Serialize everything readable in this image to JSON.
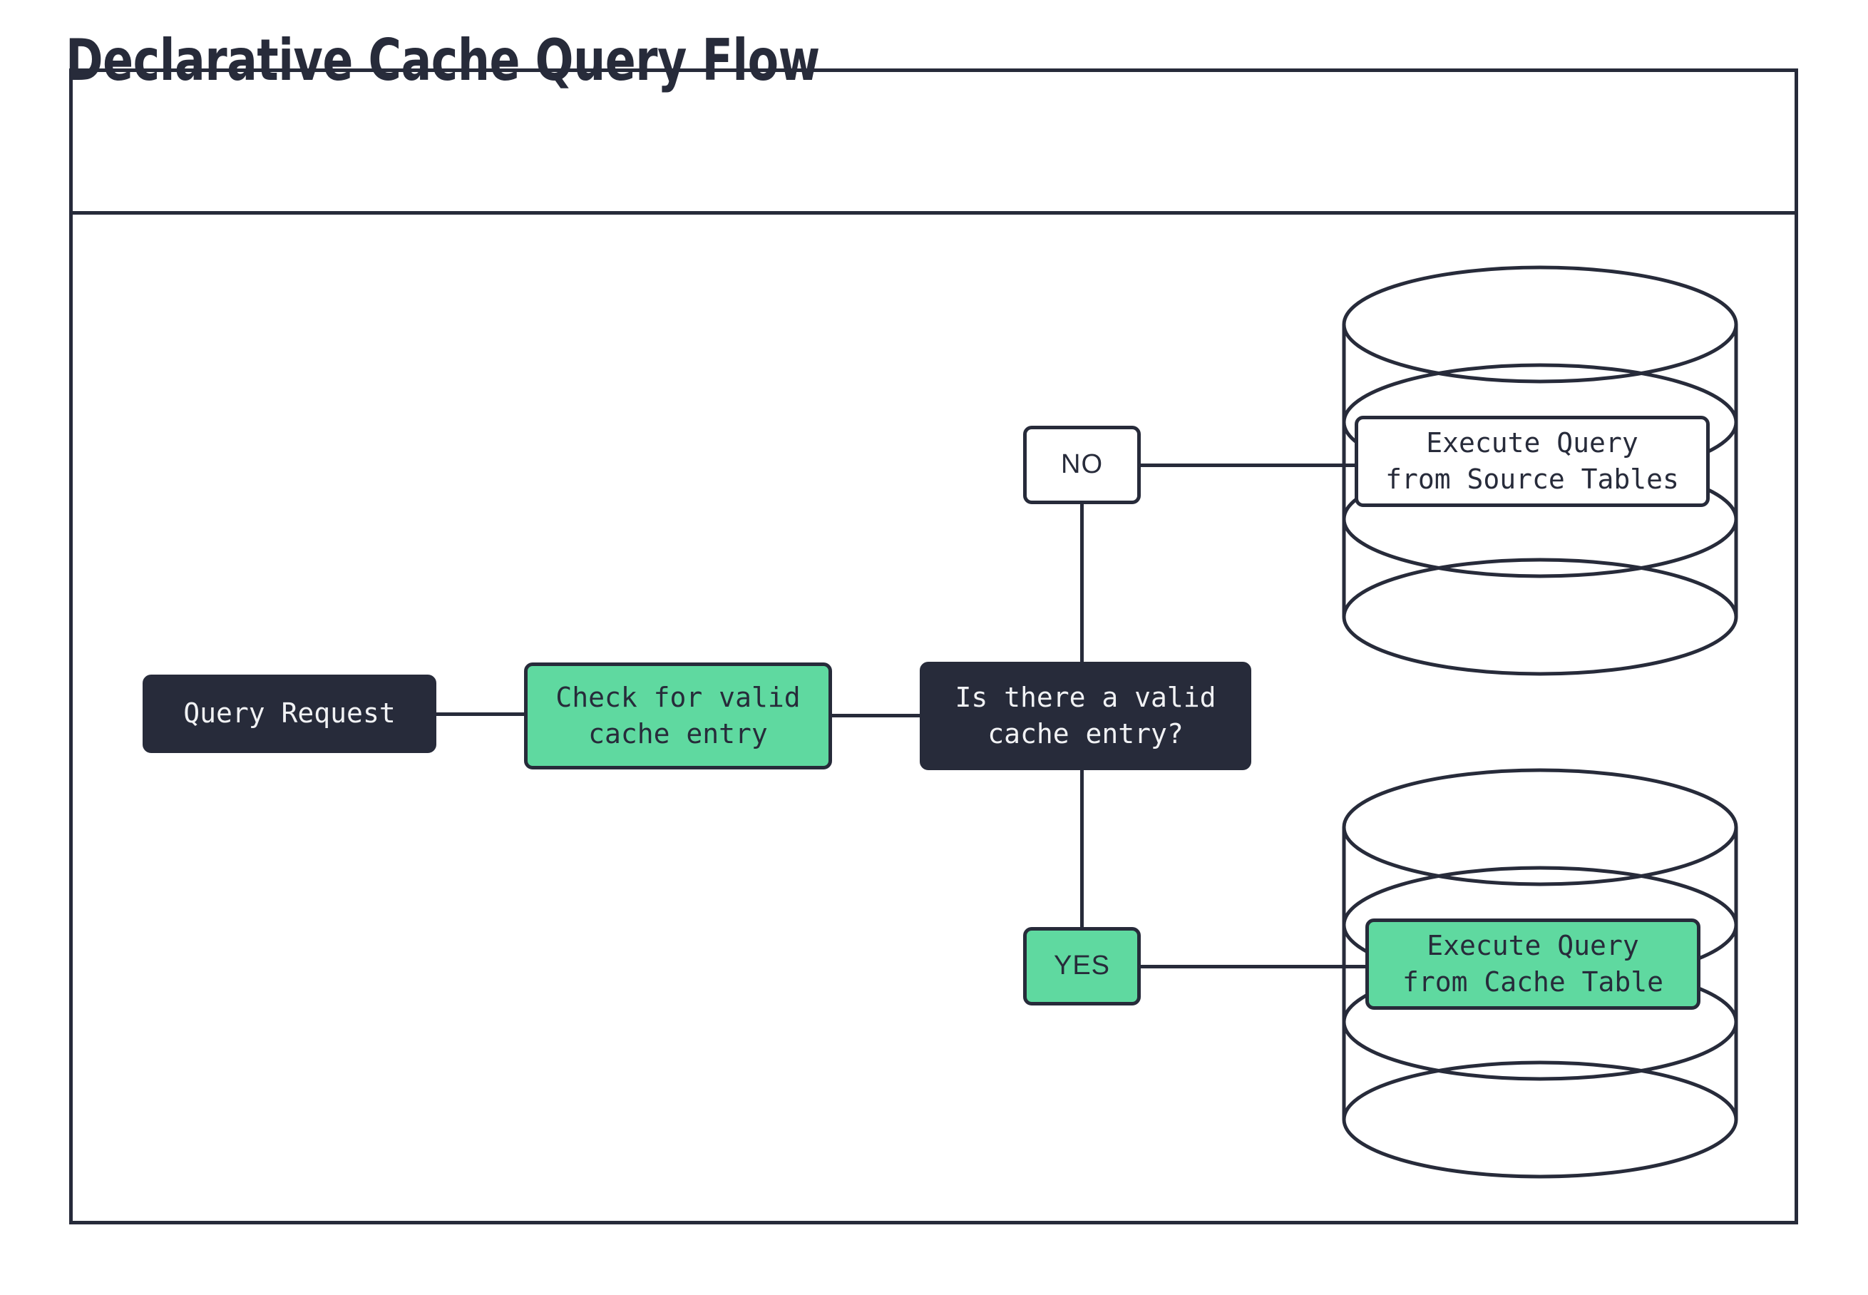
{
  "frame": {
    "title": "Declarative Cache Query Flow"
  },
  "palette": {
    "ink": "#272b3a",
    "accent_green": "#5fd9a0",
    "surface": "#ffffff",
    "text_on_dark": "#f1f2f4"
  },
  "diagram": {
    "type": "flowchart",
    "nodes": [
      {
        "id": "query-request",
        "label": "Query Request",
        "shape": "rounded-rect",
        "style": "dark"
      },
      {
        "id": "check-cache",
        "label": "Check for valid\ncache entry",
        "shape": "rounded-rect",
        "style": "green"
      },
      {
        "id": "decision",
        "label": "Is there a valid\ncache entry?",
        "shape": "rounded-rect",
        "style": "dark"
      },
      {
        "id": "branch-no",
        "label": "NO",
        "shape": "rounded-rect",
        "style": "white"
      },
      {
        "id": "branch-yes",
        "label": "YES",
        "shape": "rounded-rect",
        "style": "green"
      },
      {
        "id": "source-db",
        "label": "Execute Query\nfrom Source Tables",
        "shape": "cylinder",
        "style": "white"
      },
      {
        "id": "cache-db",
        "label": "Execute Query\nfrom Cache Table",
        "shape": "cylinder",
        "style": "green"
      }
    ],
    "edges": [
      {
        "from": "query-request",
        "to": "check-cache"
      },
      {
        "from": "check-cache",
        "to": "decision"
      },
      {
        "from": "decision",
        "to": "branch-no",
        "label": "NO"
      },
      {
        "from": "branch-no",
        "to": "source-db"
      },
      {
        "from": "decision",
        "to": "branch-yes",
        "label": "YES"
      },
      {
        "from": "branch-yes",
        "to": "cache-db"
      }
    ]
  }
}
